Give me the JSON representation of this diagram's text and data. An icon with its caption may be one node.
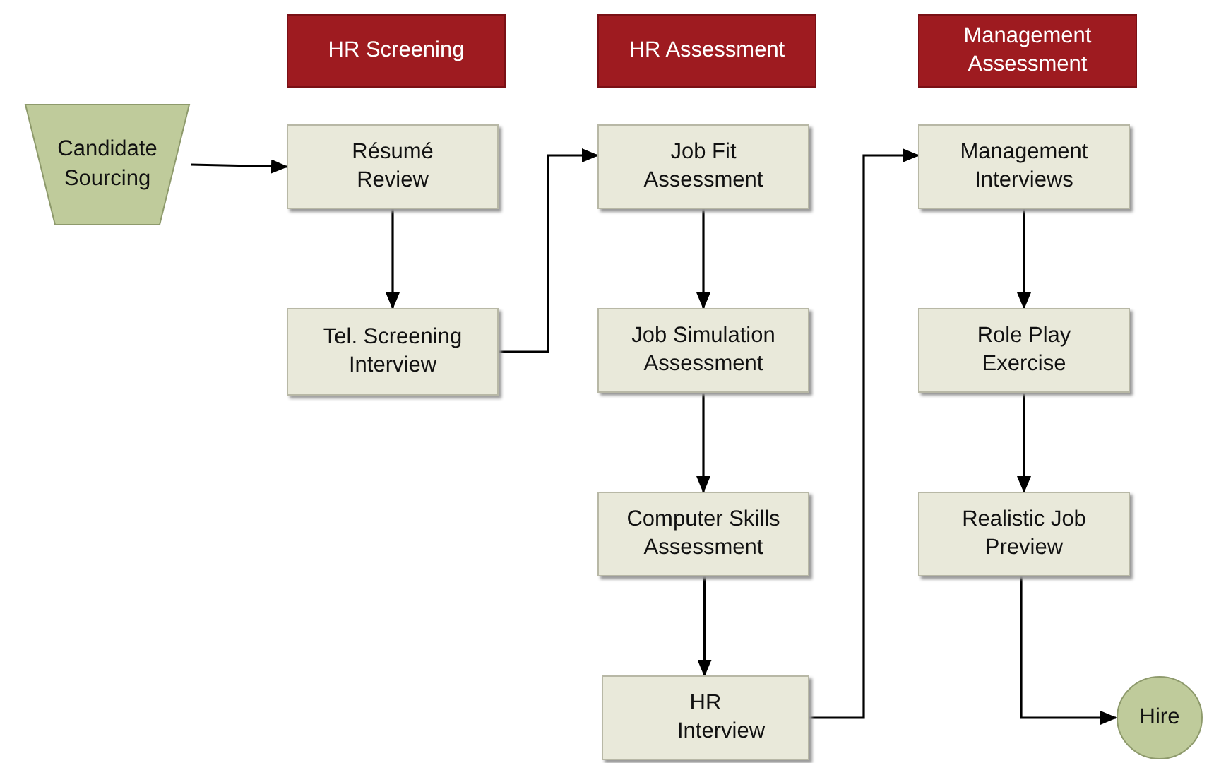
{
  "diagram": {
    "nodes": [
      {
        "text": [
          "HR Screening"
        ]
      },
      {
        "text": [
          "HR Assessment"
        ]
      },
      {
        "text": [
          "Management Assessment"
        ]
      },
      {
        "text": [
          "Candidate Sourcing"
        ]
      },
      {
        "text": [
          "Résumé Review"
        ]
      },
      {
        "text": [
          "Tel. Screening Interview"
        ]
      },
      {
        "text": [
          "Job Fit Assessment"
        ]
      },
      {
        "text": [
          "Job Simulation Assessment"
        ]
      },
      {
        "text": [
          "Computer Skills Assessment"
        ]
      },
      {
        "text": [
          "HR Interview"
        ]
      },
      {
        "text": [
          "Management Interviews"
        ]
      },
      {
        "text": [
          "Role Play Exercise"
        ]
      },
      {
        "text": [
          "Realistic Job Preview"
        ]
      },
      {
        "text": [
          "Hire"
        ]
      }
    ],
    "edges": [
      {
        "from": 3,
        "to": 4,
        "arrow": "to"
      },
      {
        "from": 4,
        "to": 5,
        "arrow": "to"
      },
      {
        "from": 5,
        "to": 6,
        "arrow": "to"
      },
      {
        "from": 6,
        "to": 7,
        "arrow": "to"
      },
      {
        "from": 7,
        "to": 8,
        "arrow": "to"
      },
      {
        "from": 8,
        "to": 9,
        "arrow": "to"
      },
      {
        "from": 9,
        "to": 10,
        "arrow": "to"
      },
      {
        "from": 10,
        "to": 11,
        "arrow": "to"
      },
      {
        "from": 11,
        "to": 12,
        "arrow": "to"
      },
      {
        "from": 12,
        "to": 13,
        "arrow": "to"
      }
    ]
  }
}
